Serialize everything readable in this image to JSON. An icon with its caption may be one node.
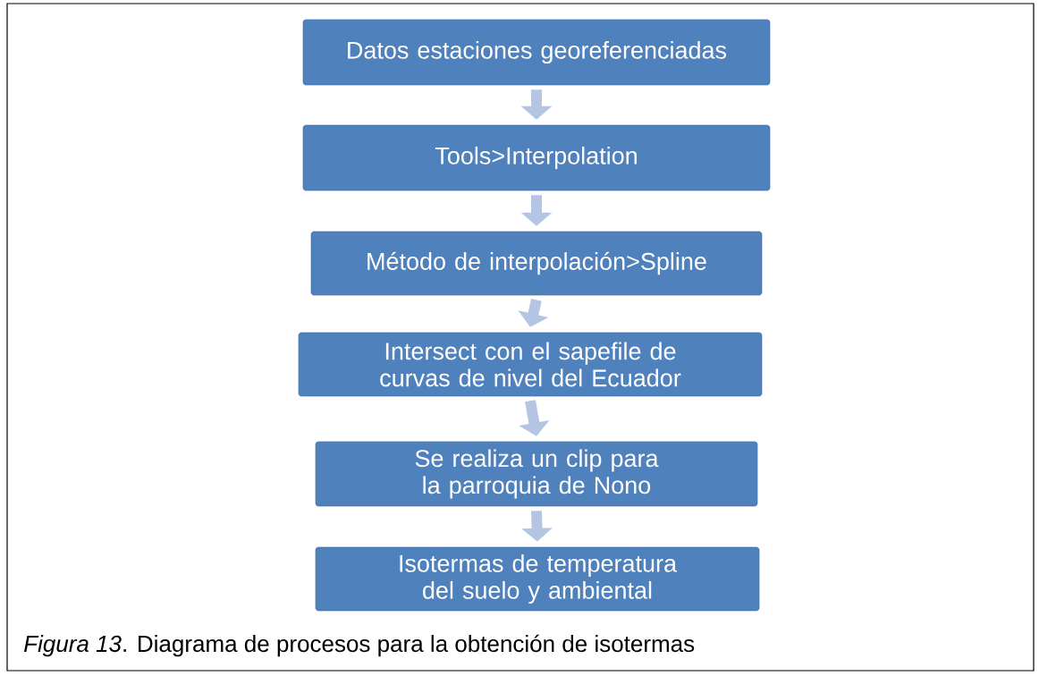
{
  "diagram": {
    "caption": "*Figura 13*. Diagrama de procesos para la obtención de isotermas",
    "nodes": [
      {
        "text": [
          "Datos estaciones georeferenciadas"
        ]
      },
      {
        "text": [
          "Tools>Interpolation"
        ]
      },
      {
        "text": [
          "Método de interpolación>Spline"
        ]
      },
      {
        "text": [
          "Intersect con el sapefile de curvas de nivel del Ecuador"
        ]
      },
      {
        "text": [
          "Se realiza un clip para la parroquia de Nono"
        ]
      },
      {
        "text": [
          "Isotermas de temperatura del suelo y ambiental"
        ]
      }
    ],
    "edges": [
      {
        "from": 0,
        "to": 1,
        "arrow": "to"
      },
      {
        "from": 1,
        "to": 2,
        "arrow": "to"
      },
      {
        "from": 2,
        "to": 3,
        "arrow": "to"
      },
      {
        "from": 3,
        "to": 4,
        "arrow": "to"
      },
      {
        "from": 4,
        "to": 5,
        "arrow": "to"
      }
    ]
  }
}
